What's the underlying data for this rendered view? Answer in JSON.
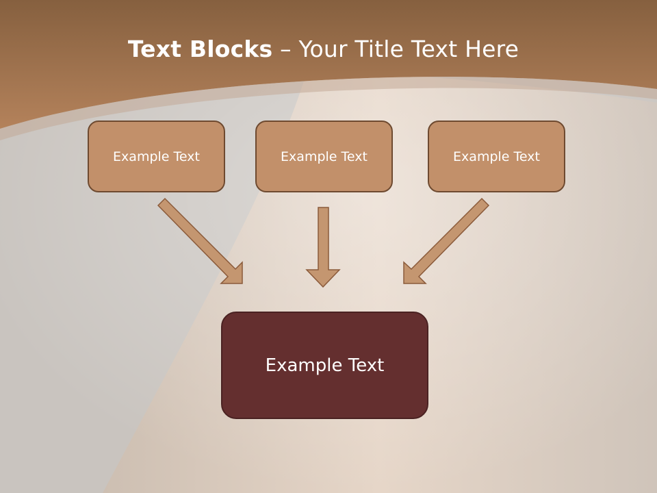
{
  "title": {
    "bold": "Text Blocks",
    "separator": " – ",
    "rest": "Your Title Text Here"
  },
  "blocks": [
    {
      "label": "Example Text"
    },
    {
      "label": "Example Text"
    },
    {
      "label": "Example Text"
    }
  ],
  "result": {
    "label": "Example Text"
  },
  "colors": {
    "header": "#a8744d",
    "box_fill": "#c2906a",
    "box_border": "#6e4a30",
    "result_fill": "#642f2f",
    "arrow_fill": "#c49670",
    "arrow_stroke": "#8a5a3a",
    "background": "#c8c2bc"
  }
}
